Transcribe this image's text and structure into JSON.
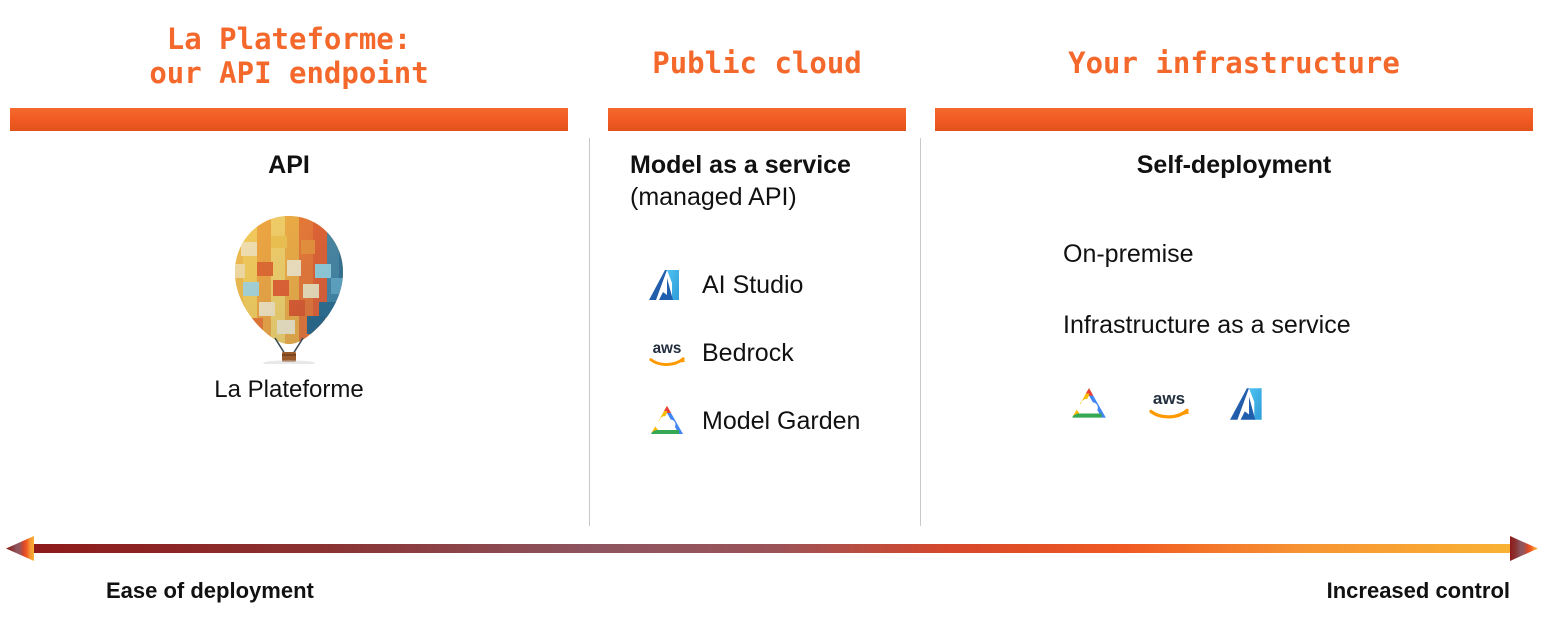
{
  "slide": {
    "background": "#ffffff",
    "accent_orange": "#F4682C",
    "columns": [
      {
        "heading": "La Plateforme:\nour API endpoint",
        "title": "API",
        "subtitle": "",
        "caption": "La Plateforme",
        "image_icon": "hot-air-balloon-icon"
      },
      {
        "heading": "Public cloud",
        "title": "Model as a service",
        "subtitle": "(managed API)",
        "services": [
          {
            "icon": "azure-logo-icon",
            "label": "AI Studio"
          },
          {
            "icon": "aws-logo-icon",
            "label": "Bedrock"
          },
          {
            "icon": "google-cloud-logo-icon",
            "label": "Model Garden"
          }
        ]
      },
      {
        "heading": "Your infrastructure",
        "title": "Self-deployment",
        "lines": [
          "On-premise",
          "Infrastructure as a service"
        ],
        "logos": [
          "google-cloud-logo-icon",
          "aws-logo-icon",
          "azure-logo-icon"
        ]
      }
    ],
    "axis": {
      "left_label": "Ease of deployment",
      "right_label": "Increased control",
      "gradient_start": "#8E1A1A",
      "gradient_mid": "#E8532A",
      "gradient_end": "#F9B233"
    }
  }
}
